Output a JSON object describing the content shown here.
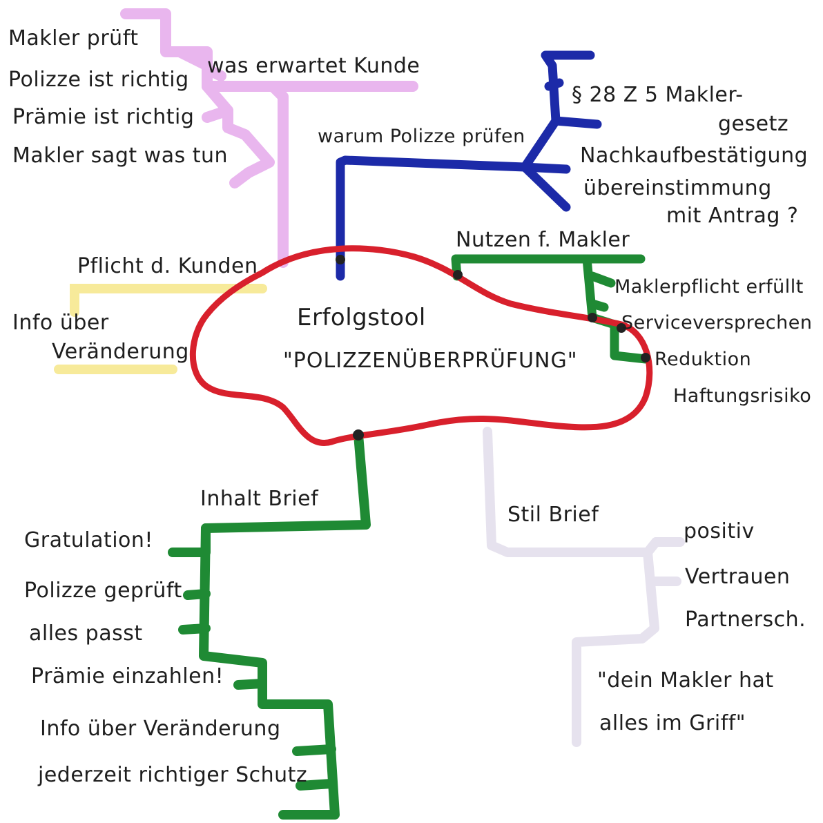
{
  "center": {
    "title": "Erfolgstool",
    "subtitle": "\"POLIZZENÜBERPRÜFUNG\""
  },
  "branches": {
    "kunde": {
      "label": "was erwartet Kunde",
      "color": "#e9b6ee",
      "items": [
        "Makler prüft",
        "Polizze ist richtig",
        "Prämie ist richtig",
        "Makler sagt was tun"
      ]
    },
    "warum": {
      "label": "warum Polizze prüfen",
      "color": "#1c2aa8",
      "items": [
        "§ 28 Z 5 Makler-",
        "gesetz",
        "Nachkaufbestätigung",
        "übereinstimmung",
        "mit Antrag ?"
      ]
    },
    "pflicht": {
      "label": "Pflicht d. Kunden",
      "color": "#f7ea9a",
      "items": [
        "Info über",
        "Veränderung"
      ]
    },
    "nutzen": {
      "label": "Nutzen f. Makler",
      "color": "#1f8a34",
      "items": [
        "Maklerpflicht erfüllt",
        "Serviceversprechen",
        "Reduktion",
        "Haftungsrisiko"
      ]
    },
    "inhalt": {
      "label": "Inhalt Brief",
      "color": "#1f8a34",
      "items": [
        "Gratulation!",
        "Polizze geprüft",
        "alles passt",
        "Prämie einzahlen!",
        "Info über Veränderung",
        "jederzeit richtiger Schutz"
      ]
    },
    "stil": {
      "label": "Stil Brief",
      "color": "#e6e2ee",
      "items": [
        "positiv",
        "Vertrauen",
        "Partnersch."
      ],
      "quote_line1": "\"dein Makler hat",
      "quote_line2": "alles im Griff\""
    }
  },
  "colors": {
    "cloud": "#d8202c",
    "junction": "#222222"
  }
}
